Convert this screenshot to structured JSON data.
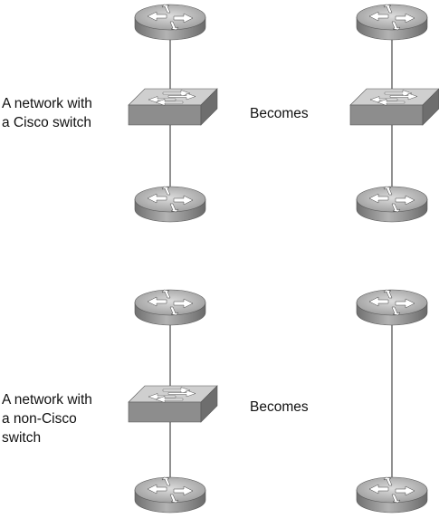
{
  "scenarios": [
    {
      "description_lines": [
        "A network with",
        "a Cisco switch"
      ],
      "arrow_text": "Becomes"
    },
    {
      "description_lines": [
        "A network with",
        "a non-Cisco",
        "switch"
      ],
      "arrow_text": "Becomes"
    }
  ],
  "device_icons": {
    "router": "router-icon",
    "switch": "switch-icon"
  },
  "colors": {
    "device_top": "#cfcfcf",
    "device_body": "#8d8d8d",
    "device_dark": "#6e6e6e",
    "link_line": "#222222"
  }
}
